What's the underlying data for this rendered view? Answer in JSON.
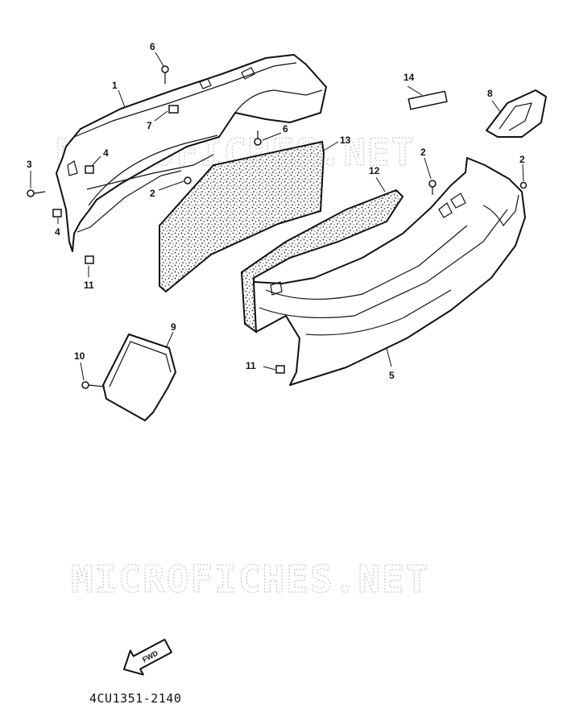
{
  "diagram": {
    "watermark_text": "MICROFICHES.NET",
    "fwd_label": "FWD",
    "diagram_code": "4CU1351-2140",
    "callouts": {
      "c1": "1",
      "c2a": "2",
      "c2b": "2",
      "c2c": "2",
      "c3": "3",
      "c4a": "4",
      "c4b": "4",
      "c5": "5",
      "c6a": "6",
      "c6b": "6",
      "c7": "7",
      "c8": "8",
      "c9": "9",
      "c10": "10",
      "c11a": "11",
      "c11b": "11",
      "c12": "12",
      "c13": "13",
      "c14": "14"
    }
  }
}
